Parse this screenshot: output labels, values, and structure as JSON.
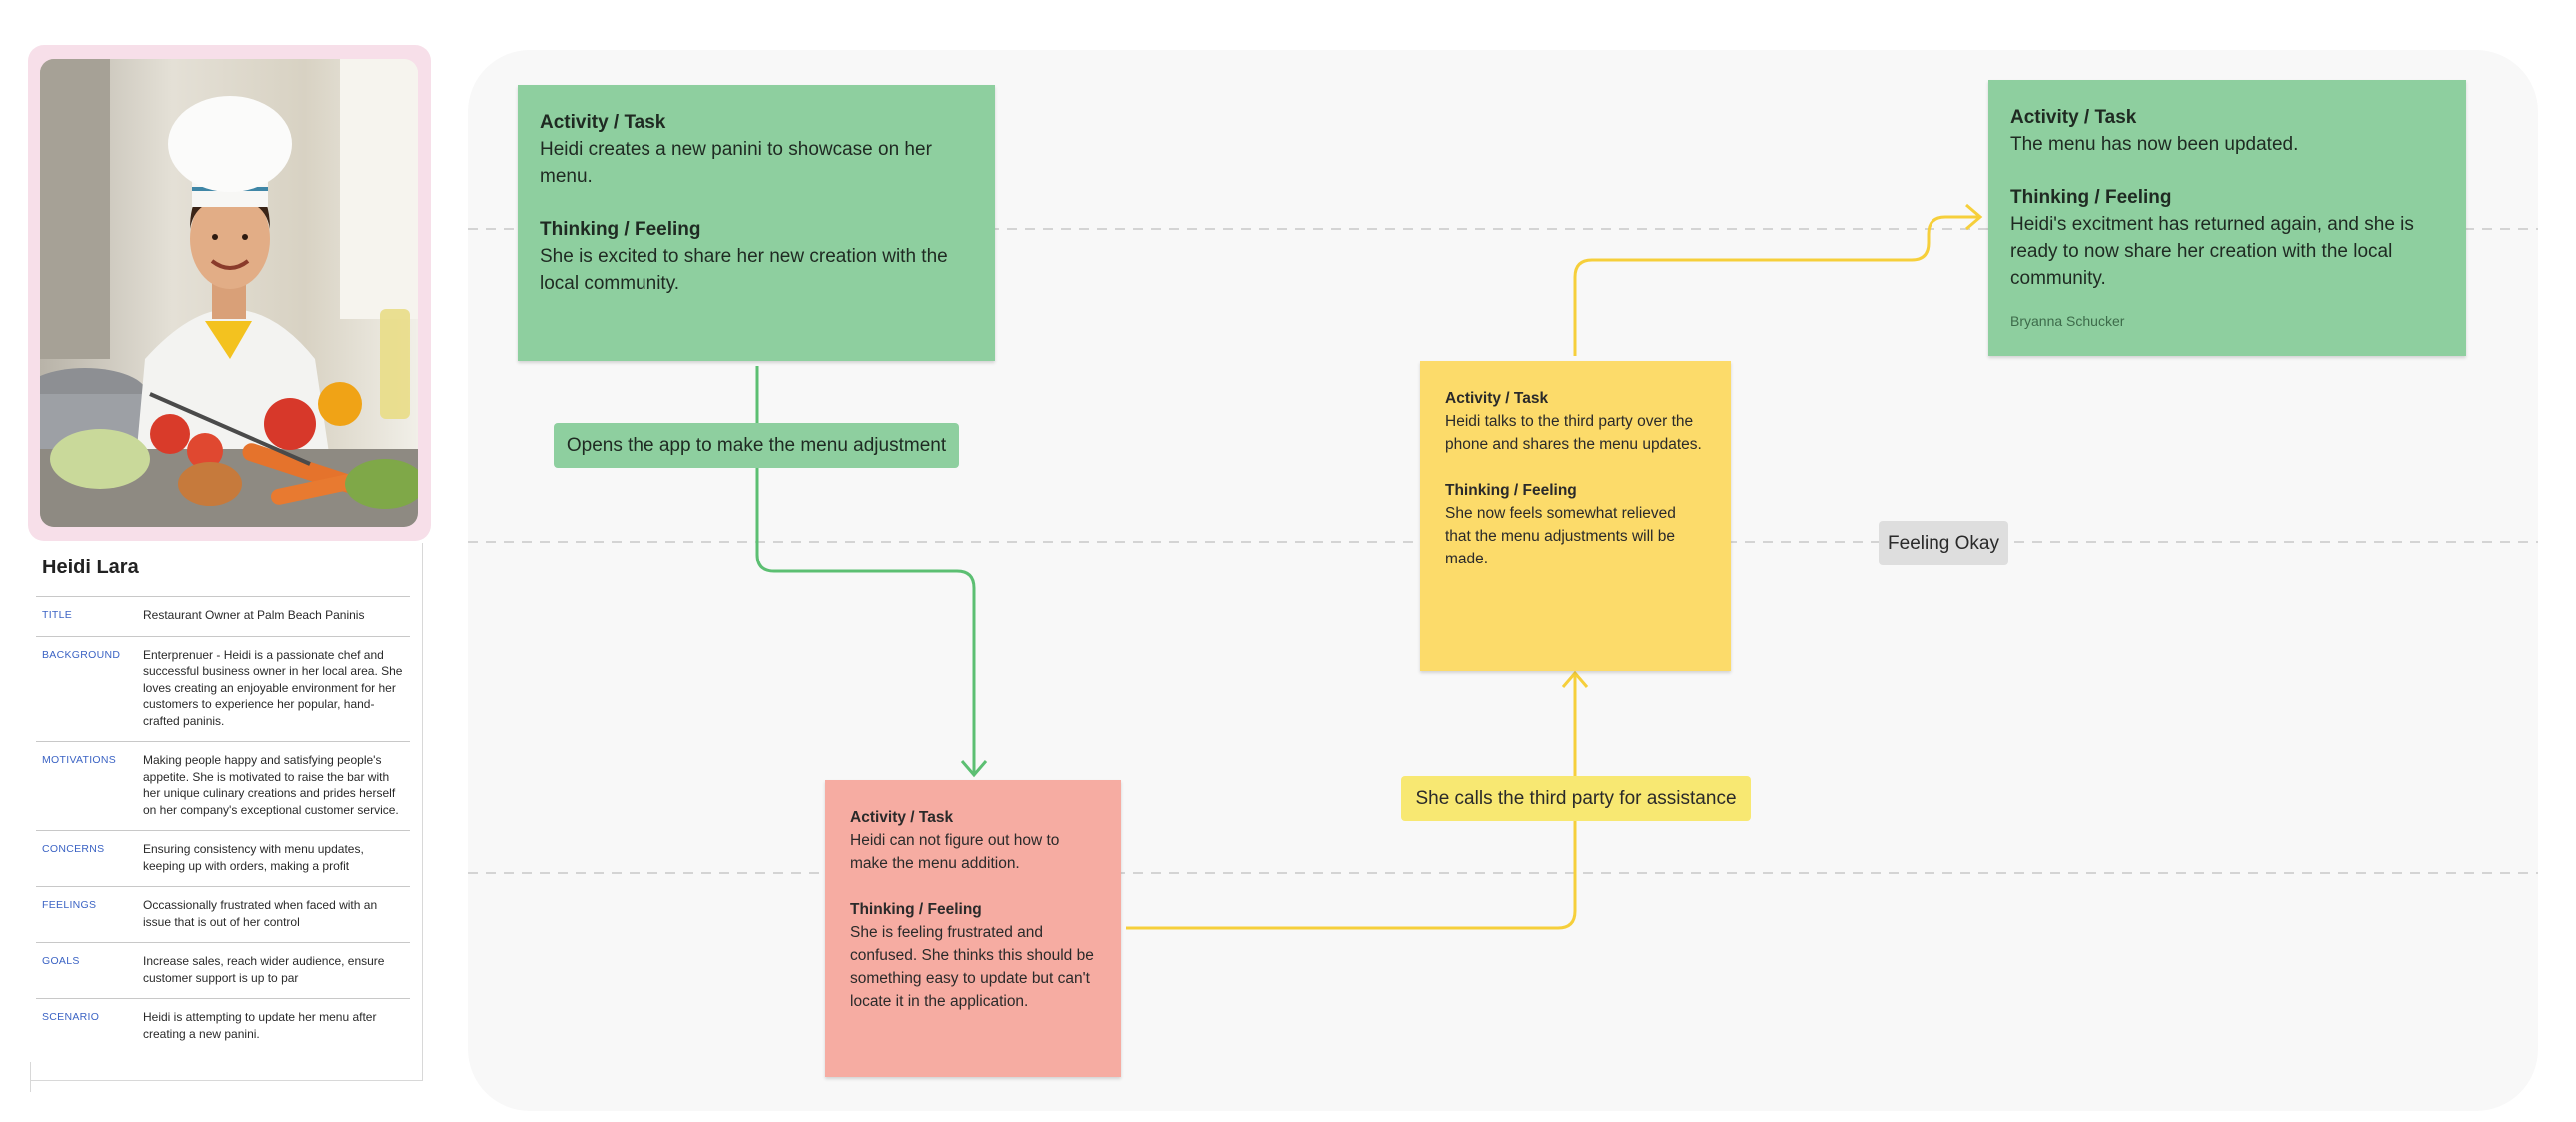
{
  "persona": {
    "name": "Heidi Lara",
    "rows": [
      {
        "key": "TITLE",
        "value": "Restaurant Owner at Palm Beach Paninis"
      },
      {
        "key": "BACKGROUND",
        "value": "Enterprenuer - Heidi is a passionate chef and successful business owner in her local area. She loves creating an enjoyable environment for her customers to experience her popular, hand-crafted paninis."
      },
      {
        "key": "MOTIVATIONS",
        "value": "Making people happy and satisfying people's appetite. She is motivated to raise the bar with her unique culinary creations and prides herself on her company's exceptional customer service."
      },
      {
        "key": "CONCERNS",
        "value": "Ensuring consistency with menu updates, keeping up with orders, making a profit"
      },
      {
        "key": "FEELINGS",
        "value": "Occassionally frustrated when faced with an issue that is out of her control"
      },
      {
        "key": "GOALS",
        "value": "Increase sales, reach wider audience, ensure customer support is up to par"
      },
      {
        "key": "SCENARIO",
        "value": "Heidi is attempting to update her menu after creating a new panini."
      }
    ]
  },
  "journey": {
    "step1": {
      "activity_heading": "Activity / Task",
      "activity": "Heidi creates a new panini to showcase on her menu.",
      "feeling_heading": "Thinking / Feeling",
      "feeling": "She is excited to share her new creation with the local community."
    },
    "connector1": "Opens the app to make the menu adjustment",
    "step2": {
      "activity_heading": "Activity / Task",
      "activity": "Heidi can not figure out how to make the menu addition.",
      "feeling_heading": "Thinking / Feeling",
      "feeling": "She is feeling frustrated and confused. She thinks this should be something easy to update but can't locate it in the application."
    },
    "connector2": "She calls the third party for assistance",
    "step3": {
      "activity_heading": "Activity / Task",
      "activity": "Heidi talks to the third party over the phone and shares the menu updates.",
      "feeling_heading": "Thinking / Feeling",
      "feeling": "She now feels somewhat relieved that the menu adjustments will be made."
    },
    "step4": {
      "activity_heading": "Activity / Task",
      "activity": "The menu has now been updated.",
      "feeling_heading": "Thinking / Feeling",
      "feeling": "Heidi's excitment has returned again, and she is ready to now share her creation with the local community.",
      "author": "Bryanna Schucker"
    },
    "baseline_label": "Feeling Okay"
  },
  "colors": {
    "green_sticky": "#8ecf9f",
    "yellow_sticky": "#fcdb6a",
    "red_sticky": "#f6aca2",
    "green_line": "#5cbf72",
    "yellow_line": "#f6cf3b",
    "label_tag": "#3b63c4"
  }
}
